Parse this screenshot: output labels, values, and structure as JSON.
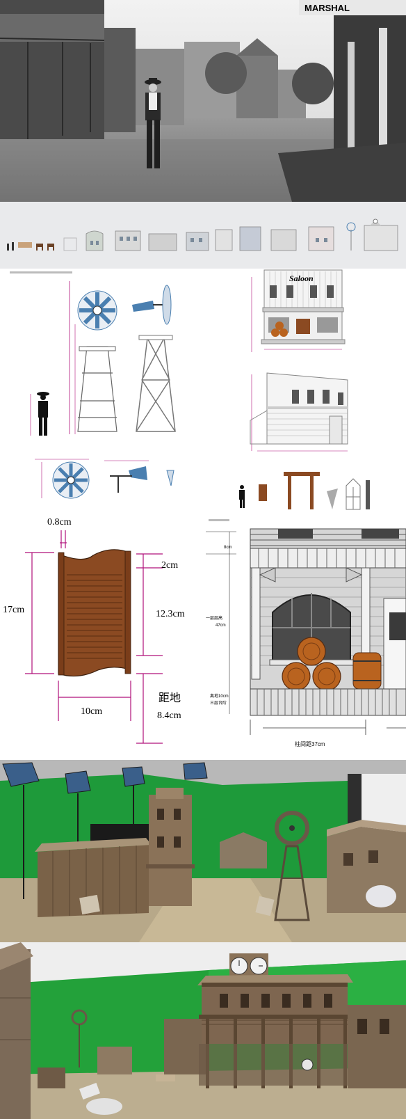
{
  "photo": {
    "sign_text": "MARSHAL"
  },
  "detail": {
    "top_dim": "0.8cm",
    "height_total": "17cm",
    "top_gap": "2cm",
    "door_height": "12.3cm",
    "width": "10cm",
    "ground_title": "距地",
    "ground_value": "8.4cm",
    "floor_height_label": "一层层高",
    "floor_height_value": "47cm",
    "stage_label_1": "离地10cm",
    "stage_label_2": "三层台阶",
    "column_spacing": "柱间距37cm",
    "top_small": "8cm"
  },
  "blueprint": {
    "saloon_sign": "Saloon"
  },
  "colors": {
    "door_brown": "#8b4a22",
    "dim_magenta": "#b0107a",
    "greenscreen": "#1e9a3a",
    "wood": "#7a6248",
    "barrel": "#b9631f",
    "windmill_blue": "#4a7fb0"
  }
}
